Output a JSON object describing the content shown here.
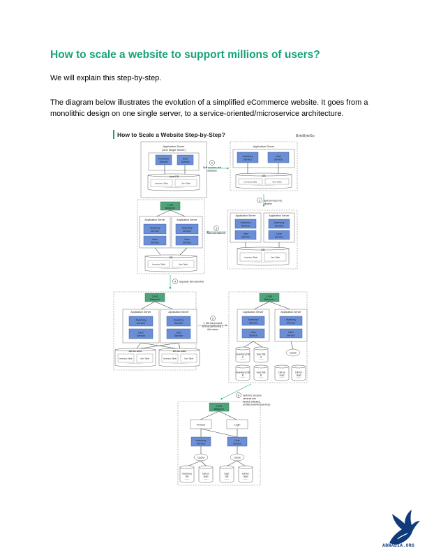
{
  "doc": {
    "heading": "How to scale a website to support millions of users?",
    "intro": "We will explain this step-by-step.",
    "description": "The diagram below illustrates the evolution of a simplified eCommerce website. It goes from a monolithic design on one single server, to a service-oriented/microservice architecture."
  },
  "diagram": {
    "title": "How to Scale a Website Step-by-Step?",
    "brand": "ByteByteGo",
    "labels": {
      "app_server": "Application Server",
      "app_server_single": "Application Server",
      "single_server_note": "(One Single Server)",
      "inventory_service": "Inventory Service",
      "user_service": "User Service",
      "local_db": "Local DB",
      "db": "DB",
      "inventory_table": "Inventory Table",
      "user_table": "User Table",
      "load_balancer": "Load Balancer",
      "db_for_write": "DB for write",
      "db_for_read": "DB for read",
      "inventory_db_a": "Inventory DB A",
      "user_db_a": "User DB A",
      "inventory_db_b": "Inventory DB B",
      "user_db_b": "User DB B",
      "cache": "Cache",
      "product": "Product",
      "login": "Login",
      "inventory_db": "Inventory DB",
      "user_db": "User DB"
    },
    "steps": [
      {
        "num": "1",
        "text": "Split services and database"
      },
      {
        "num": "2",
        "text": "Split services into clusters"
      },
      {
        "num": "3",
        "text": "Add load balancer"
      },
      {
        "num": "4",
        "text": "Separate DB read/write"
      },
      {
        "num": "5",
        "text": "1. DB horizontal & vertical partitioning 2. Add cache"
      },
      {
        "num": "6",
        "text": "Split into resource services into service-oriented architecture/microservices"
      }
    ]
  },
  "footer": {
    "logo_text": "ABNASIA.ORG",
    "brand_color": "#0f3b7a"
  },
  "colors": {
    "heading": "#16a37a",
    "service_box": "#6b8fd6",
    "load_balancer": "#4fa37a"
  }
}
